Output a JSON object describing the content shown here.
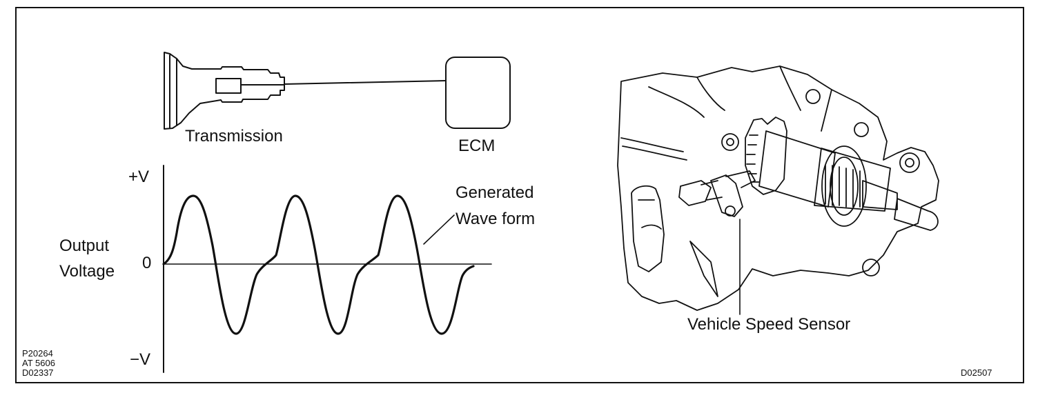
{
  "left_diagram": {
    "transmission_label": "Transmission",
    "ecm_label": "ECM"
  },
  "waveform": {
    "y_top_label": "+V",
    "y_zero_label": "0",
    "y_bottom_label": "−V",
    "axis_label_line1": "Output",
    "axis_label_line2": "Voltage",
    "callout_line1": "Generated",
    "callout_line2": "Wave form"
  },
  "right_illustration": {
    "sensor_label": "Vehicle Speed Sensor"
  },
  "codes": {
    "left_line1": "P20264",
    "left_line2": "AT 5606",
    "left_line3": "D02337",
    "right": "D02507"
  }
}
